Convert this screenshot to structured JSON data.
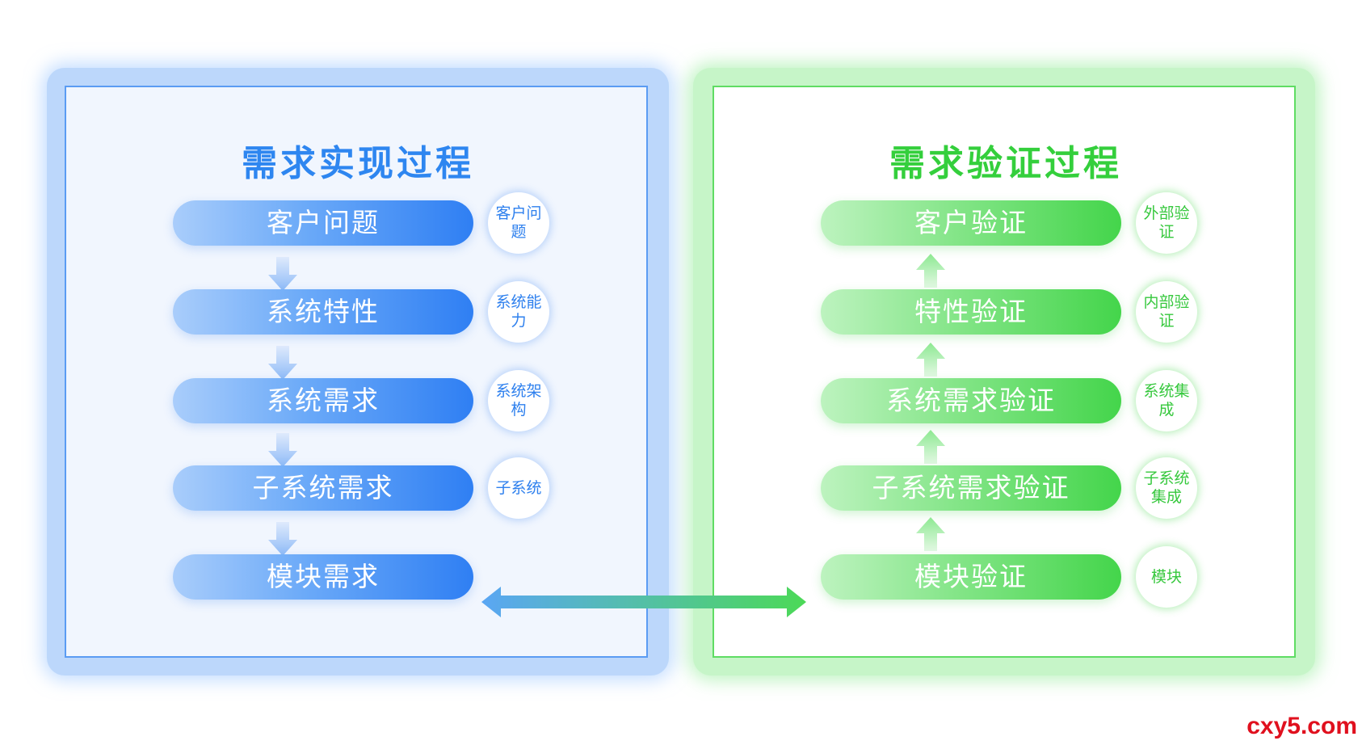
{
  "left": {
    "title": "需求实现过程",
    "steps": [
      {
        "label": "客户问题",
        "badge": "客户问题"
      },
      {
        "label": "系统特性",
        "badge": "系统能力"
      },
      {
        "label": "系统需求",
        "badge": "系统架构"
      },
      {
        "label": "子系统需求",
        "badge": "子系统"
      },
      {
        "label": "模块需求",
        "badge": ""
      }
    ]
  },
  "right": {
    "title": "需求验证过程",
    "steps": [
      {
        "label": "客户验证",
        "badge": "外部验证"
      },
      {
        "label": "特性验证",
        "badge": "内部验证"
      },
      {
        "label": "系统需求验证",
        "badge": "系统集成"
      },
      {
        "label": "子系统需求验证",
        "badge": "子系统集成"
      },
      {
        "label": "模块验证",
        "badge": "模块"
      }
    ]
  },
  "colors": {
    "blue_accent": "#2e86f0",
    "green_accent": "#34cf3c"
  },
  "watermark": "cxy5.com"
}
